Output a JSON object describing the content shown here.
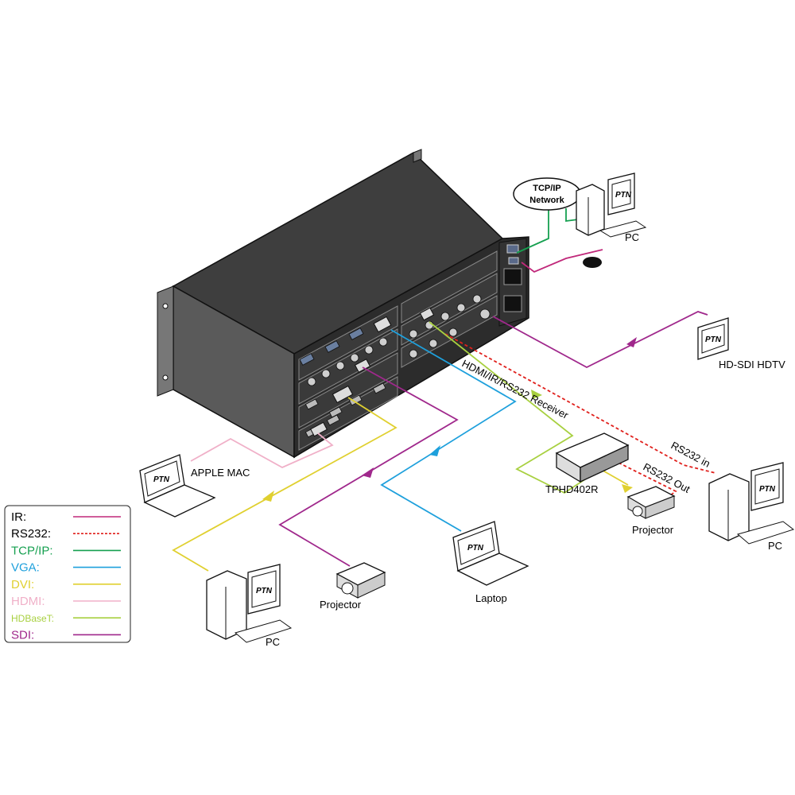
{
  "labels": {
    "network": [
      "TCP/IP",
      "Network"
    ],
    "pc_top": "PC",
    "hd_sdi_hdtv": "HD-SDI HDTV",
    "apple_mac": "APPLE MAC",
    "receiver_cable": "HDMI/IR/RS232 Receiver",
    "rs232_in": "RS232 in",
    "rs232_out": "RS232 Out",
    "tphd402r": "TPHD402R",
    "projector_right": "Projector",
    "pc_right": "PC",
    "projector_mid": "Projector",
    "laptop": "Laptop",
    "pc_bottom": "PC",
    "logo": "PTN"
  },
  "legend": {
    "items": [
      {
        "label": "IR:",
        "color": "#c0287a",
        "text_color": "#000000",
        "dashed": false
      },
      {
        "label": "RS232:",
        "color": "#e0201c",
        "text_color": "#000000",
        "dashed": true
      },
      {
        "label": "TCP/IP:",
        "color": "#16a050",
        "text_color": "#16a050",
        "dashed": false
      },
      {
        "label": "VGA:",
        "color": "#1ea0dc",
        "text_color": "#1ea0dc",
        "dashed": false
      },
      {
        "label": "DVI:",
        "color": "#e0d030",
        "text_color": "#e0d030",
        "dashed": false
      },
      {
        "label": "HDMI:",
        "color": "#f0b0c8",
        "text_color": "#f0b0c8",
        "dashed": false
      },
      {
        "label": "HDBaseT:",
        "color": "#a8d040",
        "text_color": "#a8d040",
        "dashed": false
      },
      {
        "label": "SDI:",
        "color": "#a0288c",
        "text_color": "#a0288c",
        "dashed": false
      }
    ]
  },
  "colors": {
    "ir": "#c0287a",
    "rs232": "#e0201c",
    "tcpip": "#16a050",
    "vga": "#1ea0dc",
    "dvi": "#e0d030",
    "hdmi": "#f0b0c8",
    "hdbaset": "#a8d040",
    "sdi": "#a0288c",
    "chassis_top": "#3a3a3a",
    "chassis_side": "#555555",
    "chassis_front": "#2a2a2a"
  }
}
